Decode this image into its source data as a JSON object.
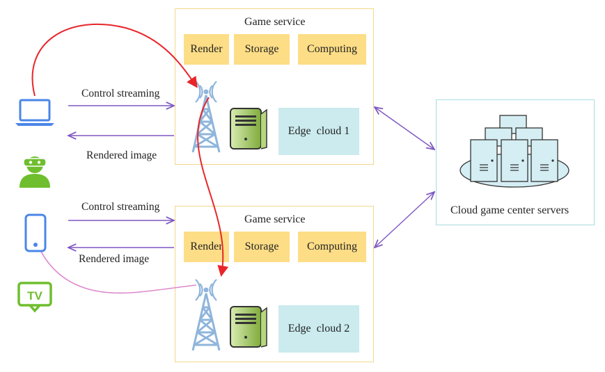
{
  "edge1": {
    "title": "Game service",
    "modules": [
      "Render",
      "Storage",
      "Computing"
    ],
    "label": "Edge  cloud 1"
  },
  "edge2": {
    "title": "Game service",
    "modules": [
      "Render",
      "Storage",
      "Computing"
    ],
    "label": "Edge  cloud 2"
  },
  "center": {
    "label": "Cloud game center servers"
  },
  "links": {
    "upper_control": "Control streaming",
    "upper_rendered": "Rendered image",
    "lower_control": "Control streaming",
    "lower_rendered": "Rendered image"
  },
  "devices": [
    {
      "icon": "laptop-icon"
    },
    {
      "icon": "vr-headset-user-icon"
    },
    {
      "icon": "smartphone-icon"
    },
    {
      "icon": "tv-icon",
      "label": "TV"
    }
  ],
  "colors": {
    "edge_border": "#f2d889",
    "module_fill": "#fddd86",
    "edge_label_fill": "#cbebee",
    "cloud_border": "#a9dbe3",
    "arrow_purple": "#7e57c2",
    "migration_red": "#e8262a",
    "phone_link_pink": "#dd88cc",
    "device_blue": "#4a86e8",
    "device_green": "#6fbe2e",
    "tower_blue": "#8fb5dc"
  }
}
